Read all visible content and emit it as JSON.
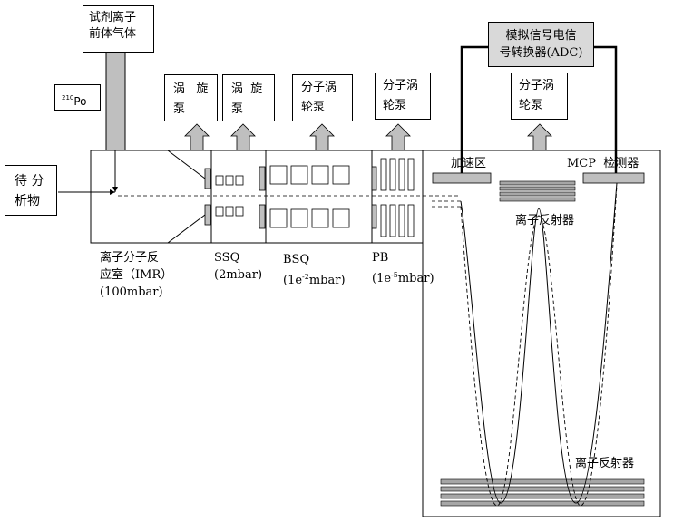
{
  "labels": {
    "reagent_gas": [
      "试剂离子",
      "前体气体"
    ],
    "source_prefix": "210",
    "source_symbol": "Po",
    "analyte": [
      "待 分",
      "析物"
    ],
    "pump_1": [
      "涡",
      "泵"
    ],
    "pump_1_mid": "旋",
    "pump_2": [
      "涡  旋",
      "泵"
    ],
    "pump_3": [
      "分子涡",
      "轮泵"
    ],
    "pump_4": [
      "分子涡",
      "轮泵"
    ],
    "pump_5": [
      "分子涡",
      "轮泵"
    ],
    "adc": [
      "模拟信号电信",
      "号转换器(ADC)"
    ],
    "acceleration": "加速区",
    "detector": "MCP  检测器",
    "reflector_top": "离子反射器",
    "reflector_bottom": "离子反射器",
    "imr": [
      "离子分子反",
      "应室（IMR）",
      "(100mbar)"
    ],
    "ssq": [
      "SSQ",
      "(2mbar)"
    ],
    "bsq_name": "BSQ",
    "bsq_pressure_pre": "(1e",
    "bsq_pressure_exp": "-2",
    "bsq_pressure_post": "mbar)",
    "pb_name": "PB",
    "pb_pressure_pre": "(1e",
    "pb_pressure_exp": "-5",
    "pb_pressure_post": "mbar)"
  },
  "colors": {
    "fill_gray": "#bfbfbf",
    "adc_fill": "#d9d9d9",
    "line": "#000000"
  }
}
